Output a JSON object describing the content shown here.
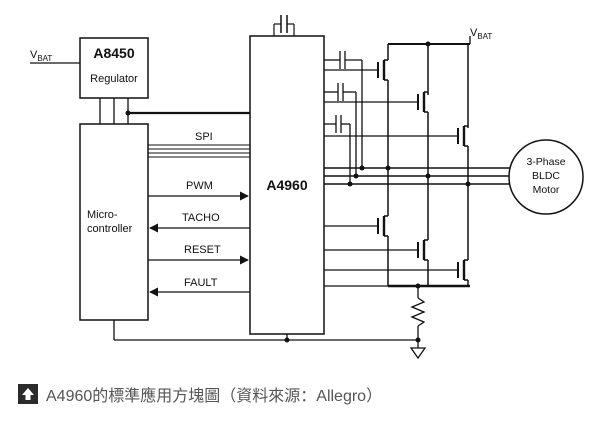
{
  "diagram": {
    "vbat_left": {
      "main": "V",
      "sub": "BAT"
    },
    "vbat_right": {
      "main": "V",
      "sub": "BAT"
    },
    "regulator": {
      "name": "A8450",
      "subtitle": "Regulator"
    },
    "microcontroller": {
      "line1": "Micro-",
      "line2": "controller"
    },
    "driver": {
      "name": "A4960"
    },
    "motor": {
      "line1": "3-Phase",
      "line2": "BLDC",
      "line3": "Motor"
    },
    "signals": {
      "spi": "SPI",
      "pwm": "PWM",
      "tacho": "TACHO",
      "reset": "RESET",
      "fault": "FAULT"
    }
  },
  "caption": {
    "icon": "arrow-up-icon",
    "text": "A4960的標準應用方塊圖（資料來源：Allegro）"
  },
  "colors": {
    "line": "#111111",
    "caption_icon_bg": "#2b2b2b",
    "caption_text": "#555555"
  }
}
